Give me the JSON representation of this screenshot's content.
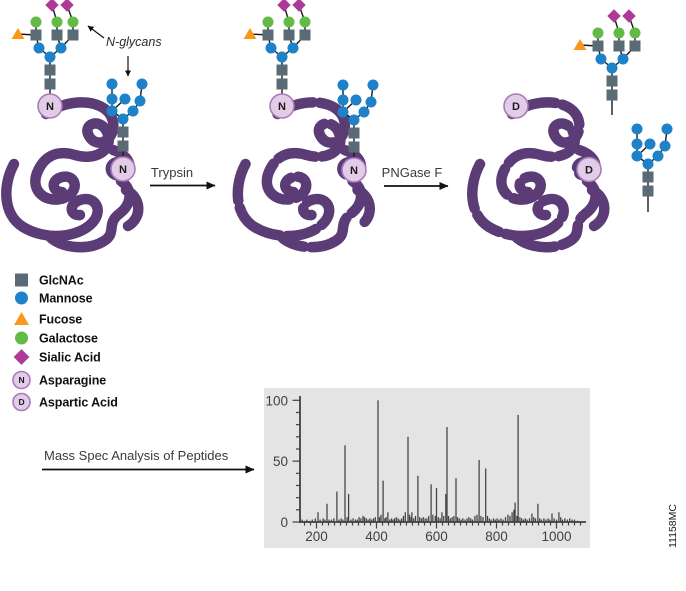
{
  "diagram": {
    "n_glycans_label": "N-glycans",
    "step1_label": "Trypsin",
    "step2_label": "PNGase F",
    "mass_spec_label": "Mass Spec Analysis of Peptides",
    "asparagine_letter": "N",
    "aspartic_letter": "D",
    "figure_id": "11158MC"
  },
  "legend": {
    "items": [
      {
        "label": "GlcNAc",
        "shape": "square"
      },
      {
        "label": "Mannose",
        "shape": "circle"
      },
      {
        "label": "Fucose",
        "shape": "triangle"
      },
      {
        "label": "Galactose",
        "shape": "circle"
      },
      {
        "label": "Sialic Acid",
        "shape": "diamond"
      },
      {
        "label": "Asparagine",
        "shape": "residue",
        "letter": "N"
      },
      {
        "label": "Aspartic Acid",
        "shape": "residue",
        "letter": "D"
      }
    ]
  },
  "colors": {
    "protein": "#5c3c76",
    "glcnac": "#5a6b76",
    "mannose": "#1d82c8",
    "fucose": "#f8991d",
    "galactose": "#62bb46",
    "sialic_acid": "#ae3a97",
    "residue_fill": "#e2cce8",
    "residue_stroke": "#a87cb8",
    "link": "#1a1a1a",
    "label_text": "#3a3a3a",
    "chart_bg": "#e4e4e5",
    "chart_ink": "#414141"
  },
  "chart_data": {
    "type": "bar",
    "title": "",
    "xlabel": "",
    "ylabel": "",
    "xlim": [
      140,
      1100
    ],
    "ylim": [
      0,
      100
    ],
    "x_ticks": [
      200,
      400,
      600,
      800,
      1000
    ],
    "y_ticks": [
      0,
      50,
      100
    ],
    "grid": false,
    "legend_position": "none",
    "peaks": [
      [
        152,
        2
      ],
      [
        160,
        1
      ],
      [
        168,
        2
      ],
      [
        178,
        1
      ],
      [
        186,
        2
      ],
      [
        196,
        3
      ],
      [
        205,
        8
      ],
      [
        212,
        2
      ],
      [
        222,
        3
      ],
      [
        228,
        2
      ],
      [
        235,
        15
      ],
      [
        242,
        2
      ],
      [
        250,
        2
      ],
      [
        258,
        3
      ],
      [
        268,
        25
      ],
      [
        275,
        2
      ],
      [
        282,
        3
      ],
      [
        288,
        2
      ],
      [
        295,
        63
      ],
      [
        302,
        4
      ],
      [
        307,
        23
      ],
      [
        315,
        2
      ],
      [
        322,
        3
      ],
      [
        330,
        2
      ],
      [
        336,
        2
      ],
      [
        342,
        4
      ],
      [
        348,
        3
      ],
      [
        355,
        5
      ],
      [
        360,
        4
      ],
      [
        366,
        3
      ],
      [
        372,
        2
      ],
      [
        378,
        3
      ],
      [
        384,
        2
      ],
      [
        390,
        3
      ],
      [
        396,
        4
      ],
      [
        405,
        100
      ],
      [
        410,
        4
      ],
      [
        415,
        6
      ],
      [
        422,
        34
      ],
      [
        428,
        3
      ],
      [
        432,
        4
      ],
      [
        438,
        8
      ],
      [
        444,
        2
      ],
      [
        450,
        3
      ],
      [
        455,
        2
      ],
      [
        460,
        3
      ],
      [
        466,
        4
      ],
      [
        472,
        3
      ],
      [
        478,
        2
      ],
      [
        484,
        3
      ],
      [
        490,
        5
      ],
      [
        496,
        8
      ],
      [
        505,
        70
      ],
      [
        510,
        6
      ],
      [
        515,
        4
      ],
      [
        518,
        8
      ],
      [
        524,
        3
      ],
      [
        530,
        5
      ],
      [
        538,
        38
      ],
      [
        544,
        4
      ],
      [
        550,
        3
      ],
      [
        556,
        4
      ],
      [
        562,
        3
      ],
      [
        568,
        3
      ],
      [
        574,
        5
      ],
      [
        582,
        31
      ],
      [
        588,
        6
      ],
      [
        596,
        5
      ],
      [
        600,
        28
      ],
      [
        606,
        4
      ],
      [
        612,
        3
      ],
      [
        618,
        8
      ],
      [
        624,
        5
      ],
      [
        631,
        23
      ],
      [
        635,
        78
      ],
      [
        640,
        5
      ],
      [
        646,
        3
      ],
      [
        652,
        4
      ],
      [
        658,
        5
      ],
      [
        665,
        36
      ],
      [
        670,
        4
      ],
      [
        676,
        3
      ],
      [
        682,
        2
      ],
      [
        688,
        3
      ],
      [
        695,
        2
      ],
      [
        702,
        3
      ],
      [
        708,
        4
      ],
      [
        714,
        3
      ],
      [
        720,
        2
      ],
      [
        728,
        5
      ],
      [
        735,
        6
      ],
      [
        742,
        51
      ],
      [
        748,
        5
      ],
      [
        755,
        4
      ],
      [
        764,
        44
      ],
      [
        770,
        5
      ],
      [
        776,
        3
      ],
      [
        782,
        2
      ],
      [
        790,
        3
      ],
      [
        796,
        2
      ],
      [
        802,
        3
      ],
      [
        808,
        2
      ],
      [
        815,
        3
      ],
      [
        822,
        2
      ],
      [
        830,
        4
      ],
      [
        838,
        6
      ],
      [
        845,
        5
      ],
      [
        852,
        8
      ],
      [
        858,
        10
      ],
      [
        862,
        16
      ],
      [
        868,
        5
      ],
      [
        872,
        88
      ],
      [
        878,
        4
      ],
      [
        884,
        3
      ],
      [
        890,
        2
      ],
      [
        896,
        3
      ],
      [
        902,
        2
      ],
      [
        910,
        3
      ],
      [
        918,
        7
      ],
      [
        924,
        4
      ],
      [
        930,
        3
      ],
      [
        938,
        15
      ],
      [
        944,
        3
      ],
      [
        950,
        2
      ],
      [
        958,
        3
      ],
      [
        965,
        2
      ],
      [
        972,
        3
      ],
      [
        978,
        2
      ],
      [
        985,
        7
      ],
      [
        992,
        3
      ],
      [
        1000,
        2
      ],
      [
        1008,
        8
      ],
      [
        1014,
        4
      ],
      [
        1020,
        2
      ],
      [
        1028,
        3
      ],
      [
        1036,
        2
      ],
      [
        1044,
        3
      ],
      [
        1052,
        2
      ],
      [
        1060,
        2
      ],
      [
        1070,
        1
      ]
    ]
  }
}
